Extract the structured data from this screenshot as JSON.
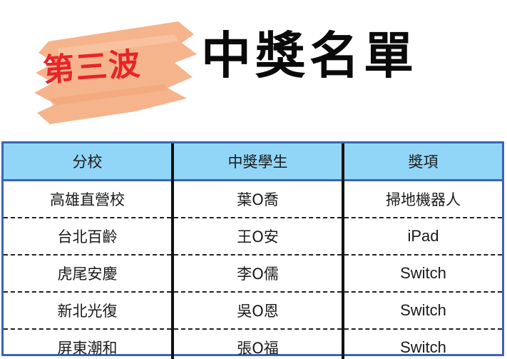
{
  "header": {
    "wave_label": "第三波",
    "title": "中獎名單",
    "brush_color": "#f6b48c",
    "wave_color": "#e8232a"
  },
  "table": {
    "border_color": "#3a64b6",
    "header_bg": "#92d6f7",
    "columns": [
      "分校",
      "中獎學生",
      "獎項"
    ],
    "rows": [
      {
        "branch": "高雄直營校",
        "student": "葉O喬",
        "prize": "掃地機器人"
      },
      {
        "branch": "台北百齡",
        "student": "王O安",
        "prize": "iPad"
      },
      {
        "branch": "虎尾安慶",
        "student": "李O儒",
        "prize": "Switch"
      },
      {
        "branch": "新北光復",
        "student": "吳O恩",
        "prize": "Switch"
      },
      {
        "branch": "屏東潮和",
        "student": "張O福",
        "prize": "Switch"
      }
    ]
  }
}
